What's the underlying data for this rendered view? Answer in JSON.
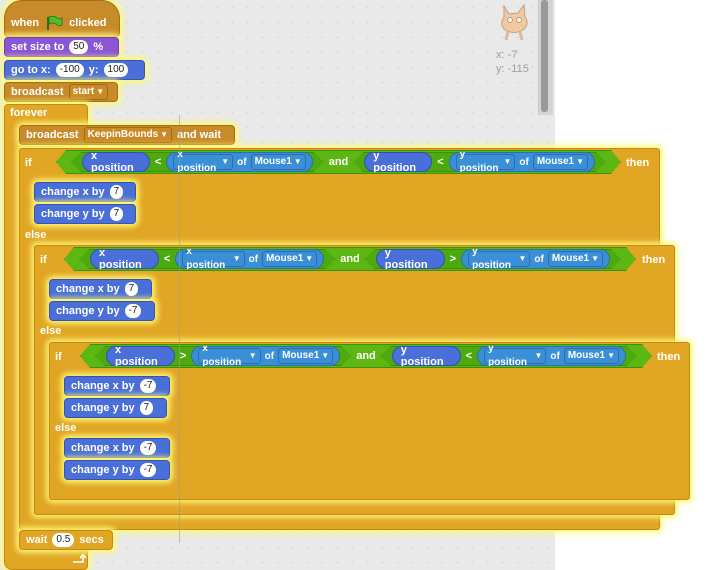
{
  "hat": {
    "when": "when",
    "clicked": "clicked",
    "flag_icon": "green-flag-icon"
  },
  "set_size": {
    "label": "set size to",
    "value": "50",
    "unit": "%"
  },
  "goto": {
    "label": "go to x:",
    "x": "-100",
    "y_label": "y:",
    "y": "100"
  },
  "broadcast1": {
    "label": "broadcast",
    "message": "start"
  },
  "forever": {
    "label": "forever"
  },
  "broadcast2": {
    "label": "broadcast",
    "message": "KeepinBounds",
    "suffix": "and wait"
  },
  "if1": {
    "if": "if",
    "then": "then",
    "left": {
      "rep": "x position",
      "op": "<",
      "attr": "x position",
      "of": "of",
      "obj": "Mouse1"
    },
    "and": "and",
    "right": {
      "rep": "y position",
      "op": "<",
      "attr": "y position",
      "of": "of",
      "obj": "Mouse1"
    },
    "body": [
      {
        "label": "change x by",
        "value": "7"
      },
      {
        "label": "change y by",
        "value": "7"
      }
    ],
    "else": "else"
  },
  "if2": {
    "if": "if",
    "then": "then",
    "left": {
      "rep": "x position",
      "op": "<",
      "attr": "x position",
      "of": "of",
      "obj": "Mouse1"
    },
    "and": "and",
    "right": {
      "rep": "y position",
      "op": ">",
      "attr": "y position",
      "of": "of",
      "obj": "Mouse1"
    },
    "body": [
      {
        "label": "change x by",
        "value": "7"
      },
      {
        "label": "change y by",
        "value": "-7"
      }
    ],
    "else": "else"
  },
  "if3": {
    "if": "if",
    "then": "then",
    "left": {
      "rep": "x position",
      "op": ">",
      "attr": "x position",
      "of": "of",
      "obj": "Mouse1"
    },
    "and": "and",
    "right": {
      "rep": "y position",
      "op": "<",
      "attr": "y position",
      "of": "of",
      "obj": "Mouse1"
    },
    "body": [
      {
        "label": "change x by",
        "value": "-7"
      },
      {
        "label": "change y by",
        "value": "7"
      }
    ],
    "else": "else",
    "else_body": [
      {
        "label": "change x by",
        "value": "-7"
      },
      {
        "label": "change y by",
        "value": "-7"
      }
    ]
  },
  "wait": {
    "label": "wait",
    "value": "0.5",
    "unit": "secs"
  },
  "sprite": {
    "icon": "scratch-cat-icon",
    "x_label": "x:",
    "x": "-7",
    "y_label": "y:",
    "y": "-115"
  },
  "colors": {
    "events": "#c88b2a",
    "looks": "#8a56d6",
    "motion": "#4a6fd8",
    "control": "#e0a624",
    "operators": "#5cb712"
  }
}
